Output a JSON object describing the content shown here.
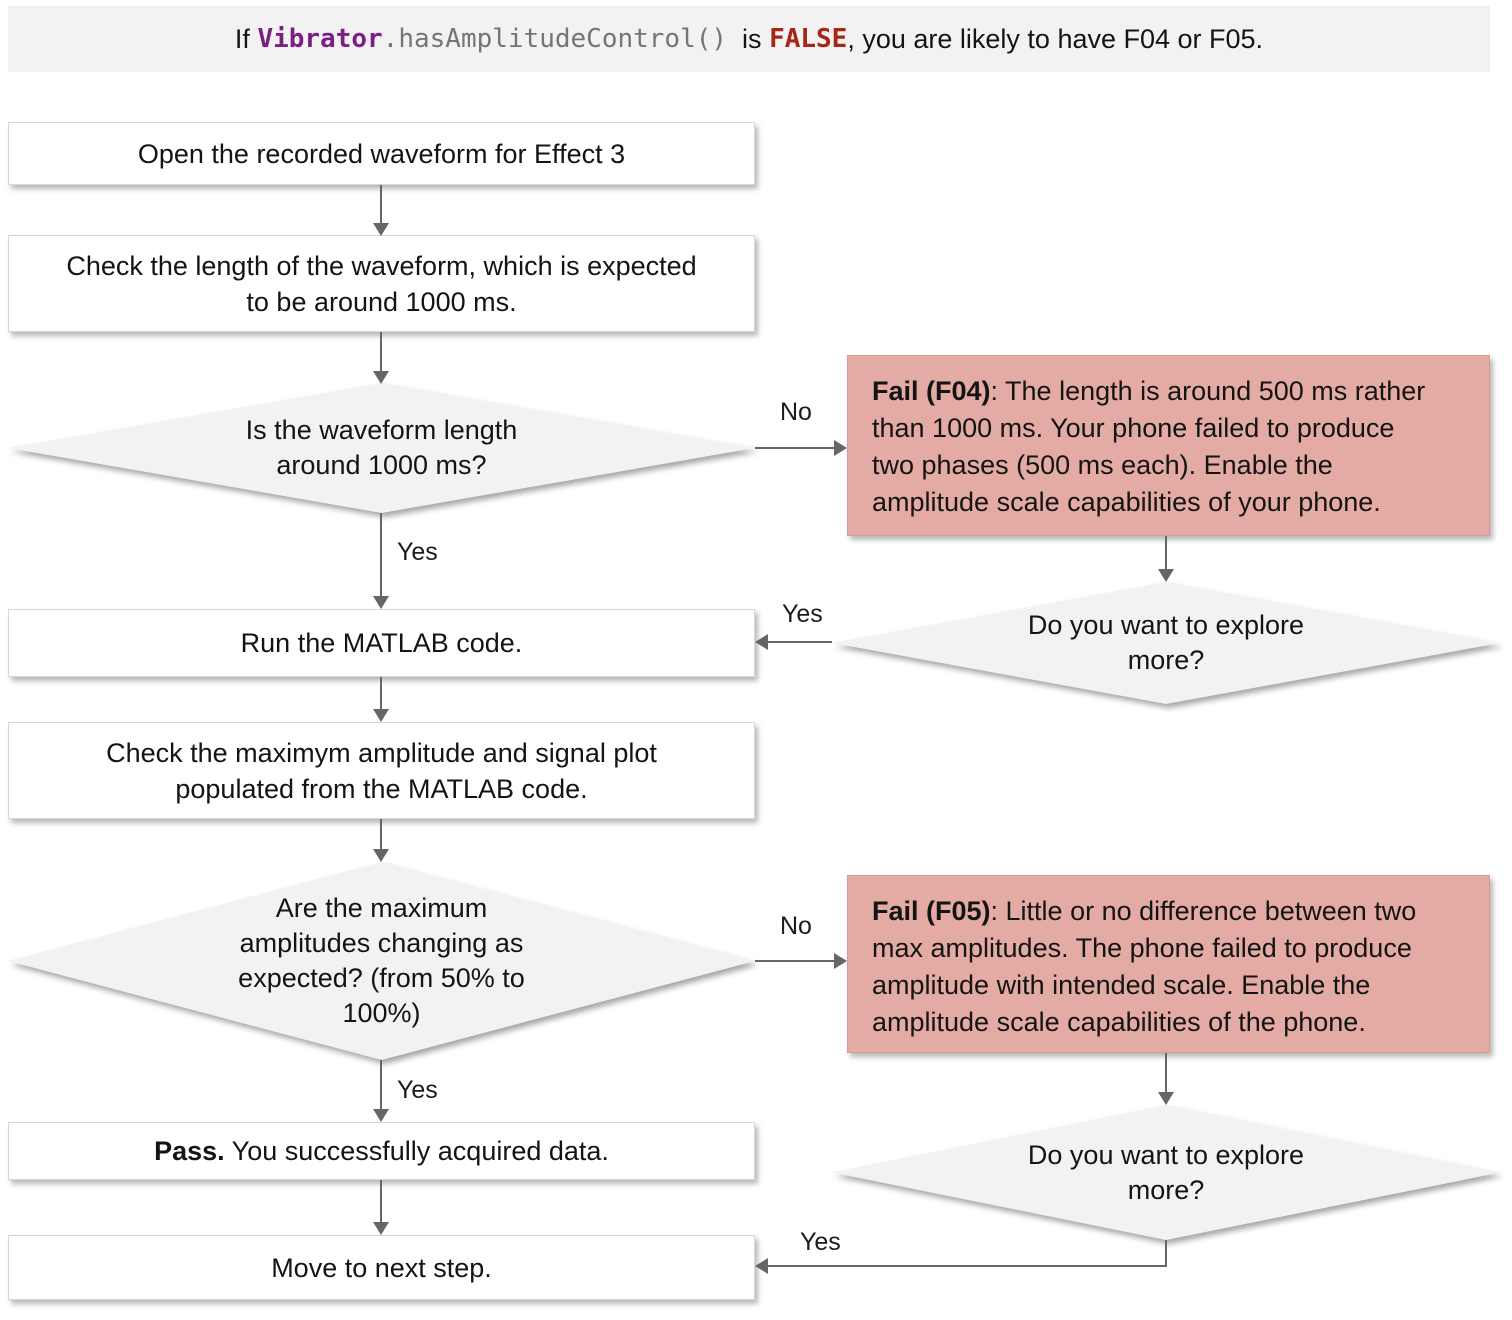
{
  "banner": {
    "prefix": "If ",
    "code_class": "Vibrator",
    "code_method": ".hasAmplitudeControl()",
    "connector": "  is ",
    "false_token": "FALSE",
    "suffix": ", you are likely to have F04 or F05."
  },
  "labels": {
    "yes": "Yes",
    "no": "No"
  },
  "nodes": {
    "open_waveform": "Open the recorded waveform for Effect 3",
    "check_length": "Check the length of the waveform, which is expected\nto be around 1000 ms.",
    "is_length_1000": "Is the waveform length\naround 1000 ms?",
    "fail_f04_label": "Fail (F04)",
    "fail_f04_text": ": The length is around 500 ms rather\nthan 1000 ms. Your phone failed to produce\ntwo phases (500 ms each). Enable the\namplitude scale capabilities of your phone.",
    "explore_more_1": "Do you want to explore\nmore?",
    "run_matlab": "Run the MATLAB code.",
    "check_amplitude": "Check the maximym amplitude and signal plot\npopulated from the MATLAB code.",
    "amplitudes_changing": "Are the maximum\namplitudes changing as\nexpected? (from 50% to\n100%)",
    "fail_f05_label": "Fail (F05)",
    "fail_f05_text": ": Little or no difference between two\nmax amplitudes. The phone failed to produce\namplitude with intended scale. Enable the\namplitude scale capabilities of the phone.",
    "explore_more_2": "Do you want to explore\nmore?",
    "pass_label": "Pass.",
    "pass_text": " You successfully acquired data.",
    "next_step": "Move to next step."
  },
  "colors": {
    "banner_bg": "#f2f2f3",
    "diamond_bg": "#f2f2f2",
    "fail_bg": "#e3aba3",
    "fail_border": "#cf9f97",
    "box_border": "#d7d7d7",
    "arrow": "#666666",
    "code_purple": "#7b2082",
    "code_red": "#a52714",
    "text": "#141414"
  }
}
